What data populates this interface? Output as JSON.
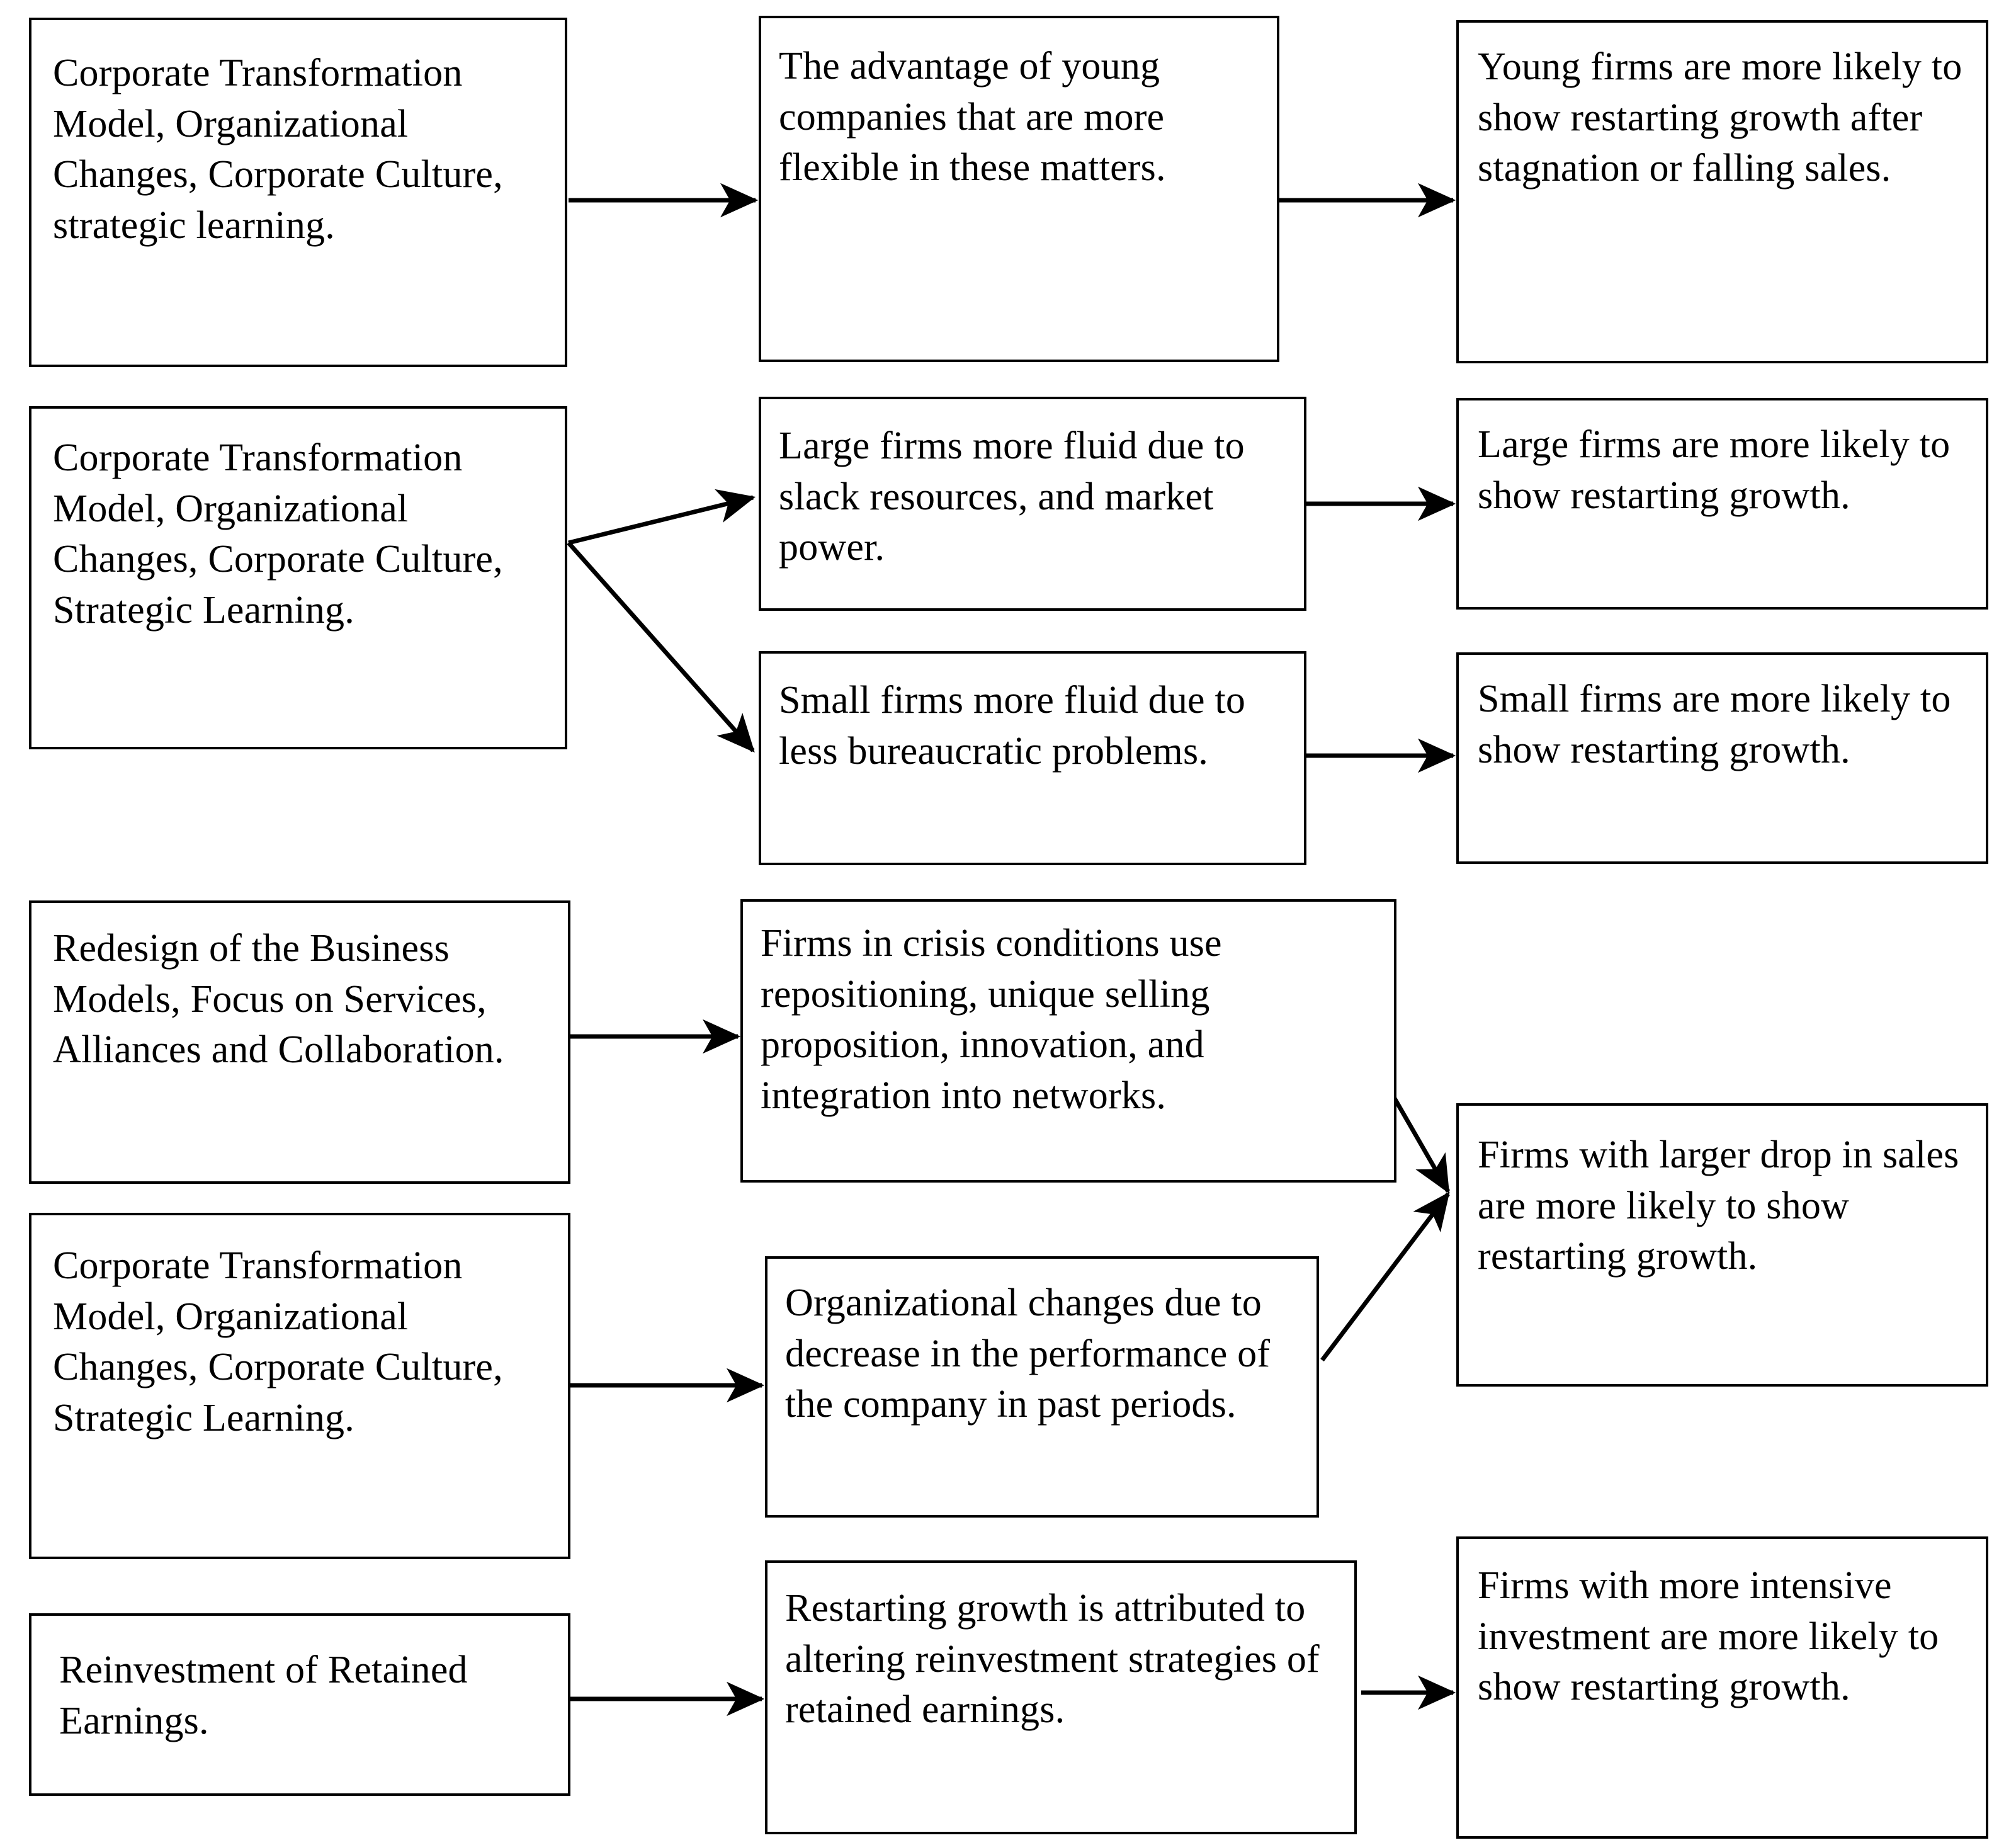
{
  "diagram": {
    "type": "flow-diagram",
    "background_color": "#ffffff",
    "line_color": "#000000",
    "text_color": "#000000",
    "nodes": [
      {
        "id": "driver-1",
        "column": "drivers",
        "row": 1,
        "text": "Corporate Transformation Model, Organizational Changes, Corporate Culture, strategic learning."
      },
      {
        "id": "mechanism-1",
        "column": "mechanisms",
        "row": 1,
        "text": "The advantage of young companies that are more flexible in these matters."
      },
      {
        "id": "hypothesis-1",
        "column": "hypotheses",
        "row": 1,
        "text": "Young firms are more likely to show restarting growth after stagnation or falling sales."
      },
      {
        "id": "driver-2",
        "column": "drivers",
        "row": 2,
        "text": "Corporate Transformation Model, Organizational Changes, Corporate Culture, Strategic Learning."
      },
      {
        "id": "mechanism-2a",
        "column": "mechanisms",
        "row": 2,
        "text": "Large firms more fluid due to slack resources, and market power."
      },
      {
        "id": "hypothesis-2a",
        "column": "hypotheses",
        "row": 2,
        "text": "Large firms are more likely to show restarting growth."
      },
      {
        "id": "mechanism-2b",
        "column": "mechanisms",
        "row": 3,
        "text": "Small firms more fluid due to less bureaucratic problems."
      },
      {
        "id": "hypothesis-2b",
        "column": "hypotheses",
        "row": 3,
        "text": "Small firms are more likely to show restarting growth."
      },
      {
        "id": "driver-3",
        "column": "drivers",
        "row": 4,
        "text": "Redesign of the Business Models, Focus on Services, Alliances and Collaboration."
      },
      {
        "id": "mechanism-3",
        "column": "mechanisms",
        "row": 4,
        "text": "Firms in crisis conditions use repositioning, unique selling proposition, innovation, and integration into networks."
      },
      {
        "id": "hypothesis-3",
        "column": "hypotheses",
        "row": 4,
        "text": "Firms with larger drop in sales are more likely to show restarting growth."
      },
      {
        "id": "driver-4",
        "column": "drivers",
        "row": 5,
        "text": "Corporate Transformation Model, Organizational Changes, Corporate Culture, Strategic Learning."
      },
      {
        "id": "mechanism-4",
        "column": "mechanisms",
        "row": 5,
        "text": "Organizational changes due to decrease in the performance of the company in past periods."
      },
      {
        "id": "driver-5",
        "column": "drivers",
        "row": 6,
        "text": "Reinvestment of Retained Earnings."
      },
      {
        "id": "mechanism-5",
        "column": "mechanisms",
        "row": 6,
        "text": "Restarting growth is attributed to altering reinvestment strategies of retained earnings."
      },
      {
        "id": "hypothesis-5",
        "column": "hypotheses",
        "row": 6,
        "text": "Firms with more intensive investment are more likely to show restarting growth."
      }
    ],
    "edges": [
      {
        "from": "driver-1",
        "to": "mechanism-1",
        "style": "straight"
      },
      {
        "from": "mechanism-1",
        "to": "hypothesis-1",
        "style": "straight"
      },
      {
        "from": "driver-2",
        "to": "mechanism-2a",
        "style": "branch-up"
      },
      {
        "from": "driver-2",
        "to": "mechanism-2b",
        "style": "branch-down"
      },
      {
        "from": "mechanism-2a",
        "to": "hypothesis-2a",
        "style": "straight"
      },
      {
        "from": "mechanism-2b",
        "to": "hypothesis-2b",
        "style": "straight"
      },
      {
        "from": "driver-3",
        "to": "mechanism-3",
        "style": "straight"
      },
      {
        "from": "mechanism-3",
        "to": "hypothesis-3",
        "style": "diagonal-down"
      },
      {
        "from": "driver-4",
        "to": "mechanism-4",
        "style": "straight"
      },
      {
        "from": "mechanism-4",
        "to": "hypothesis-3",
        "style": "diagonal-up"
      },
      {
        "from": "driver-5",
        "to": "mechanism-5",
        "style": "straight"
      },
      {
        "from": "mechanism-5",
        "to": "hypothesis-5",
        "style": "straight"
      }
    ]
  }
}
